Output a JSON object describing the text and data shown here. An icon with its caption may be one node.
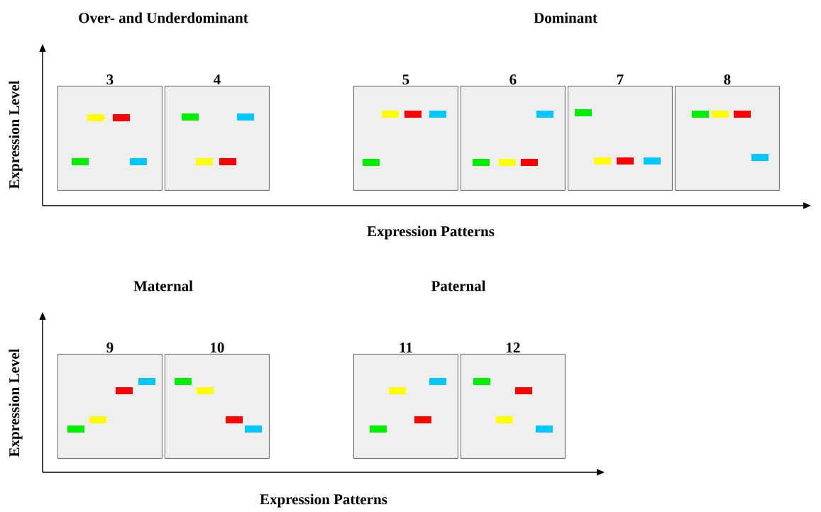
{
  "diagram": {
    "nodes": [
      {
        "text": [
          "3"
        ]
      },
      {
        "text": [
          "4"
        ]
      },
      {
        "text": [
          "5"
        ]
      },
      {
        "text": [
          "6"
        ]
      },
      {
        "text": [
          "7"
        ]
      },
      {
        "text": [
          "8"
        ]
      },
      {
        "text": [
          "9"
        ]
      },
      {
        "text": [
          "10"
        ]
      },
      {
        "text": [
          "11"
        ]
      },
      {
        "text": [
          "12"
        ]
      }
    ],
    "labels": [
      "Over- and Underdominant",
      "Dominant",
      "Expression Level",
      "Expression Patterns",
      "Maternal",
      "Paternal",
      "Expression Level",
      "Expression Patterns"
    ]
  }
}
